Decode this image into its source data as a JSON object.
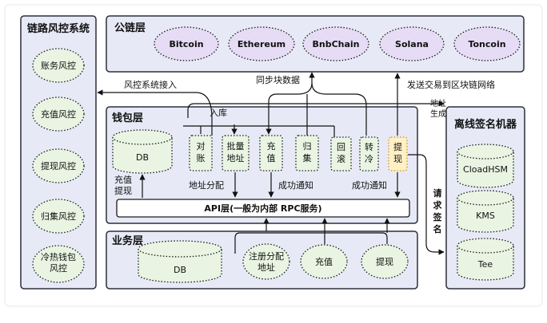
{
  "risk_panel": {
    "title": "链路风控系统",
    "items": [
      "账务风控",
      "充值风控",
      "提现风控",
      "归集风控",
      "冷热钱包\n风控"
    ]
  },
  "public_chain": {
    "title": "公链层",
    "chains": [
      "Bitcoin",
      "Ethereum",
      "BnbChain",
      "Solana",
      "Toncoin"
    ]
  },
  "wallet_layer": {
    "title": "钱包层",
    "db": "DB",
    "modules": [
      "对\n账",
      "批量\n地址",
      "充\n值",
      "归\n集",
      "回\n滚",
      "转\n冷",
      "提\n现"
    ],
    "api_bar": "API层(一般为内部 RPC服务)"
  },
  "business_layer": {
    "title": "业务层",
    "db": "DB",
    "items": [
      "注册分配\n地址",
      "充值",
      "提现"
    ]
  },
  "offline_signer": {
    "title": "离线签名机器",
    "items": [
      "CloadHSM",
      "KMS",
      "Tee"
    ]
  },
  "annotations": {
    "risk_access": "风控系统接入",
    "sync_block": "同步块数据",
    "send_tx": "发送交易到区块链网络",
    "inbound": "入库",
    "addr_gen": "地址\n生成",
    "deposit_withdraw": "充值\n提现",
    "addr_assign": "地址分配",
    "success_notify_1": "成功通知",
    "success_notify_2": "成功通知",
    "request_sign": "请\n求\n签\n名"
  },
  "colors": {
    "panel_fill": "#e7eaf6",
    "panel_stroke": "#2b2f3a",
    "green_fill": "#e9f5e2",
    "lavender_fill": "#e6dcf5",
    "orange_fill": "#fff0c6",
    "orange_stroke": "#d98c1b"
  }
}
